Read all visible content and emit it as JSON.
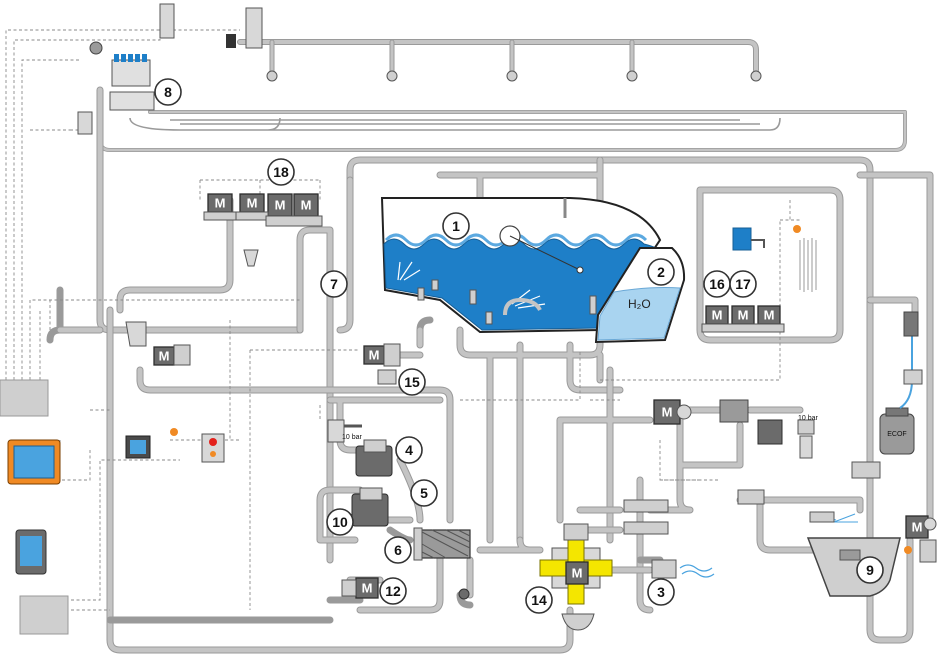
{
  "labels": {
    "n1": "1",
    "n2": "2",
    "n3": "3",
    "n4": "4",
    "n5": "5",
    "n6": "6",
    "n7": "7",
    "n8": "8",
    "n9": "9",
    "n10": "10",
    "n12": "12",
    "n14": "14",
    "n15": "15",
    "n16": "16",
    "n17": "17",
    "n18": "18"
  },
  "motor_label": "M",
  "water_label": "H₂O",
  "pressure_label_1": "10 bar",
  "pressure_label_2": "10 bar",
  "canister_label": "ECOF",
  "colors": {
    "pipe": "#c4c4c4",
    "water": "#1e7fc8",
    "water_light": "#a9d4f0",
    "motor": "#6b6b6b",
    "monitor_frame": "#f08a24",
    "screen": "#4aa3df",
    "valve_yellow": "#f4e600",
    "indicator_orange": "#f08a24",
    "indicator_red": "#e3211c"
  }
}
